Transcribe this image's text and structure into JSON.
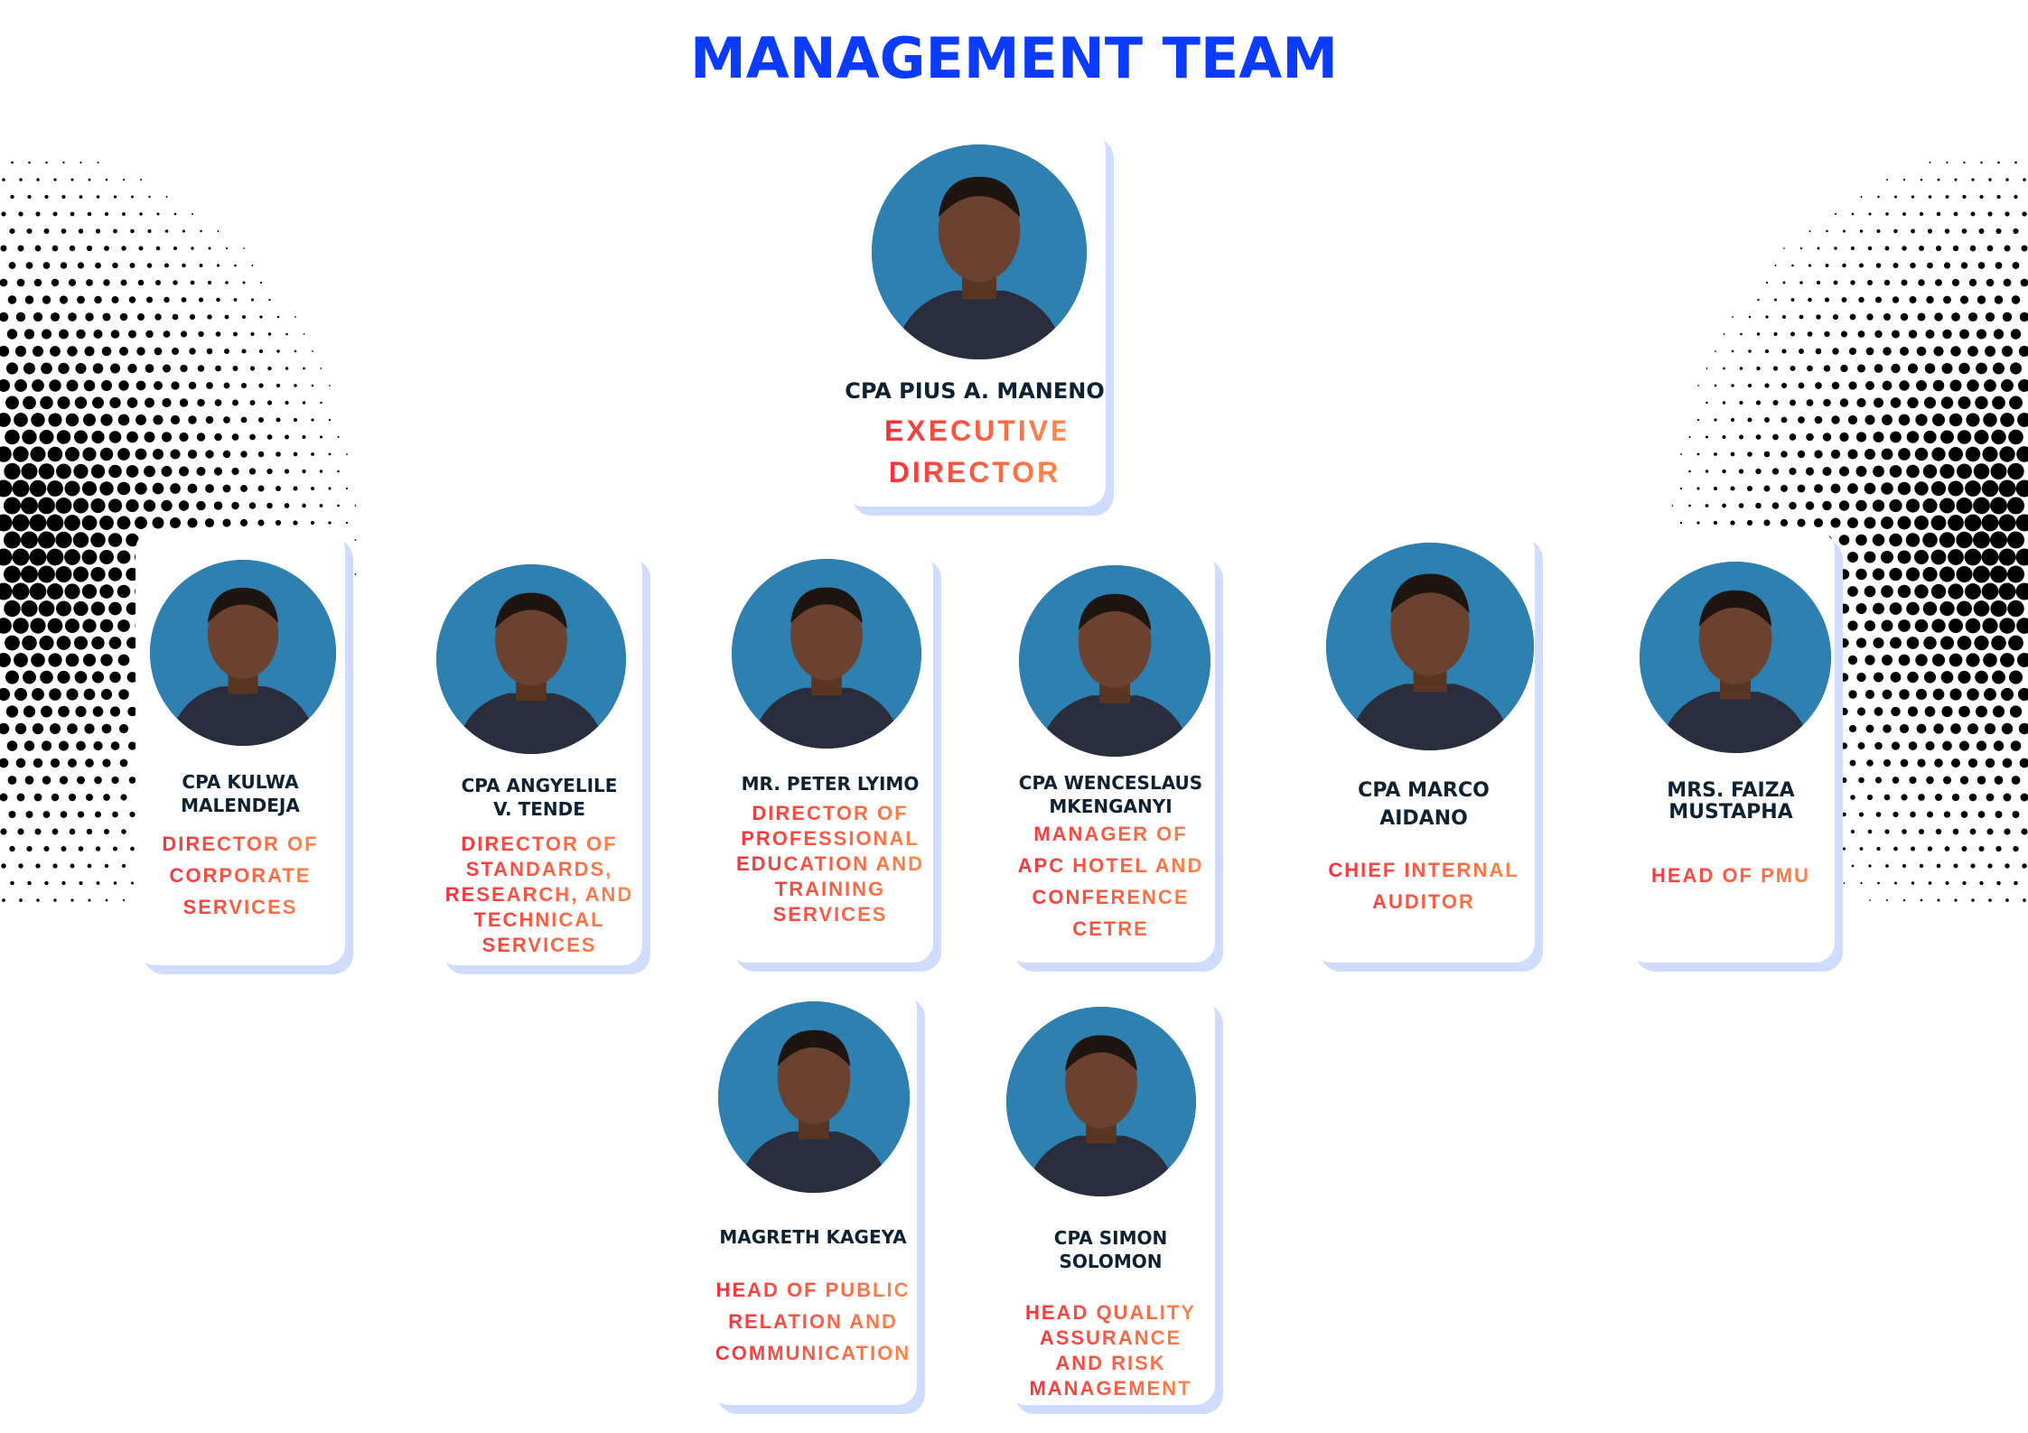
{
  "header": {
    "title": "MANAGEMENT TEAM"
  },
  "colors": {
    "title": "#0b3bff",
    "role_start": "#f5303d",
    "role_end": "#ff8a4a",
    "card_shadow": "#cfdbff",
    "photo_bg": "#2d80b0",
    "name": "#0f2233"
  },
  "executive": {
    "name": "CPA PIUS A. MANENO",
    "role": "EXECUTIVE DIRECTOR"
  },
  "members": [
    {
      "name": "CPA KULWA MALENDEJA",
      "role": "DIRECTOR OF CORPORATE SERVICES"
    },
    {
      "name": "CPA ANGYELILE V. TENDE",
      "role": "DIRECTOR OF STANDARDS, RESEARCH, AND TECHNICAL SERVICES"
    },
    {
      "name": "MR. PETER LYIMO",
      "role": "DIRECTOR OF PROFESSIONAL EDUCATION AND TRAINING SERVICES"
    },
    {
      "name": "CPA WENCESLAUS MKENGANYI",
      "role": "MANAGER OF APC HOTEL AND CONFERENCE CETRE"
    },
    {
      "name": "CPA MARCO AIDANO",
      "role": "CHIEF INTERNAL AUDITOR"
    },
    {
      "name": "MRS. FAIZA MUSTAPHA",
      "role": "HEAD OF PMU"
    },
    {
      "name": "MAGRETH KAGEYA",
      "role": "HEAD OF PUBLIC RELATION AND COMMUNICATION"
    },
    {
      "name": "CPA SIMON SOLOMON",
      "role": "HEAD QUALITY ASSURANCE AND RISK MANAGEMENT"
    }
  ]
}
